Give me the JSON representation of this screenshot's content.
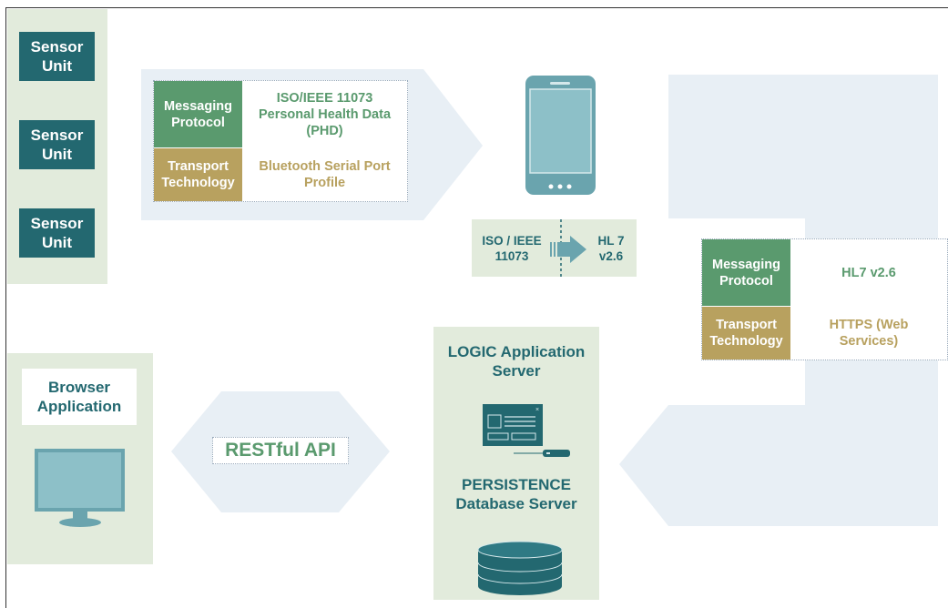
{
  "sensors": [
    {
      "label": "Sensor\nUnit"
    },
    {
      "label": "Sensor\nUnit"
    },
    {
      "label": "Sensor\nUnit"
    }
  ],
  "top_table": {
    "messaging_header": "Messaging Protocol",
    "messaging_value": "ISO/IEEE 11073 Personal Health Data (PHD)",
    "transport_header": "Transport Technology",
    "transport_value": "Bluetooth Serial Port Profile"
  },
  "conversion": {
    "from": "ISO / IEEE 11073",
    "to": "HL 7 v2.6"
  },
  "right_table": {
    "messaging_header": "Messaging Protocol",
    "messaging_value": "HL7 v2.6",
    "transport_header": "Transport Technology",
    "transport_value": "HTTPS (Web Services)"
  },
  "browser": {
    "label": "Browser Application"
  },
  "api": {
    "label": "RESTful API"
  },
  "server": {
    "logic_label": "LOGIC Application Server",
    "persistence_label": "PERSISTENCE Database Server"
  },
  "colors": {
    "dark_teal": "#236870",
    "green_header": "#5a9a6e",
    "tan_header": "#b8a15f",
    "light_blue": "#e8eff5",
    "light_green": "#e2ebdc",
    "device_blue": "#6aa4ae"
  }
}
